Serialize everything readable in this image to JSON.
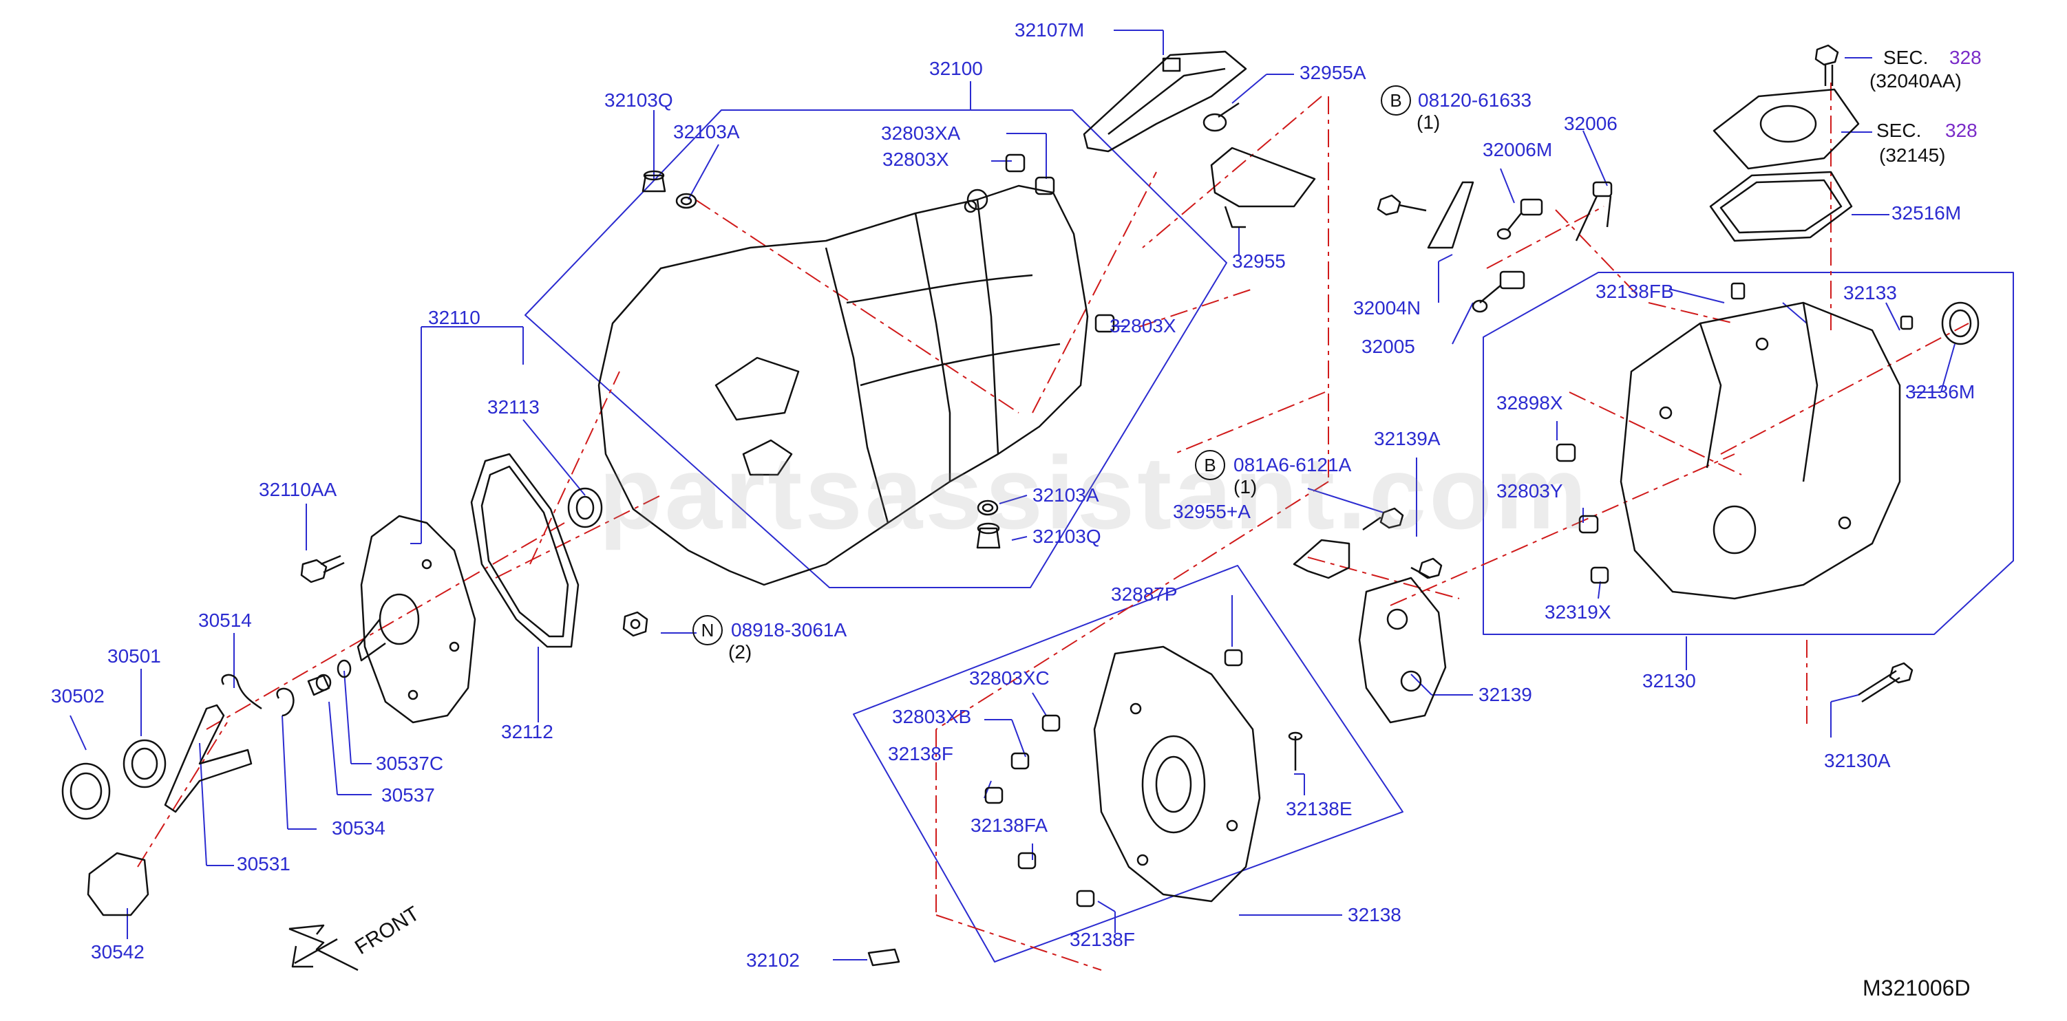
{
  "colors": {
    "label": "#2b2bd0",
    "line": "#111111",
    "leader": "#2b2bd0",
    "centerline": "#d01a1a",
    "sec_ref": "#7a2bc8",
    "watermark": "#969696"
  },
  "watermark": "partsassistant.com",
  "figure_id": "M321006D",
  "front_label": "FRONT",
  "parts": {
    "p32107M": "32107M",
    "p32100": "32100",
    "p32955A": "32955A",
    "p32103Q_a": "32103Q",
    "p32103A_a": "32103A",
    "p32803XA": "32803XA",
    "p32803X_a": "32803X",
    "p32955": "32955",
    "p32803X_b": "32803X",
    "p32110": "32110",
    "p32113": "32113",
    "p32110AA": "32110AA",
    "p32103A_b": "32103A",
    "p32103Q_b": "32103Q",
    "p30514": "30514",
    "p30501": "30501",
    "p30502": "30502",
    "p30537C": "30537C",
    "p30537": "30537",
    "p30534": "30534",
    "p30531": "30531",
    "p30542": "30542",
    "p32112": "32112",
    "p32102": "32102",
    "p32138": "32138",
    "p32887P": "32887P",
    "p32803XC": "32803XC",
    "p32803XB": "32803XB",
    "p32138F_a": "32138F",
    "p32138FA": "32138FA",
    "p32138F_b": "32138F",
    "p32138E": "32138E",
    "p32139": "32139",
    "p32139A": "32139A",
    "p32955plusA": "32955+A",
    "p32006M": "32006M",
    "p32006": "32006",
    "p32004N": "32004N",
    "p32005": "32005",
    "p32138FB": "32138FB",
    "p32133": "32133",
    "p32136M": "32136M",
    "p32898X": "32898X",
    "p32803Y": "32803Y",
    "p32319X": "32319X",
    "p32130": "32130",
    "p32130A": "32130A",
    "p32516M": "32516M"
  },
  "bolt_refs": {
    "b1_letter": "B",
    "b1_code": "08120-61633",
    "b1_qty": "(1)",
    "b2_letter": "B",
    "b2_code": "081A6-6121A",
    "b2_qty": "(1)",
    "n_letter": "N",
    "n_code": "08918-3061A",
    "n_qty": "(2)"
  },
  "sec_refs": {
    "s1_prefix": "SEC.",
    "s1_num": "328",
    "s1_sub": "(32040AA)",
    "s2_prefix": "SEC.",
    "s2_num": "328",
    "s2_sub": "(32145)"
  }
}
